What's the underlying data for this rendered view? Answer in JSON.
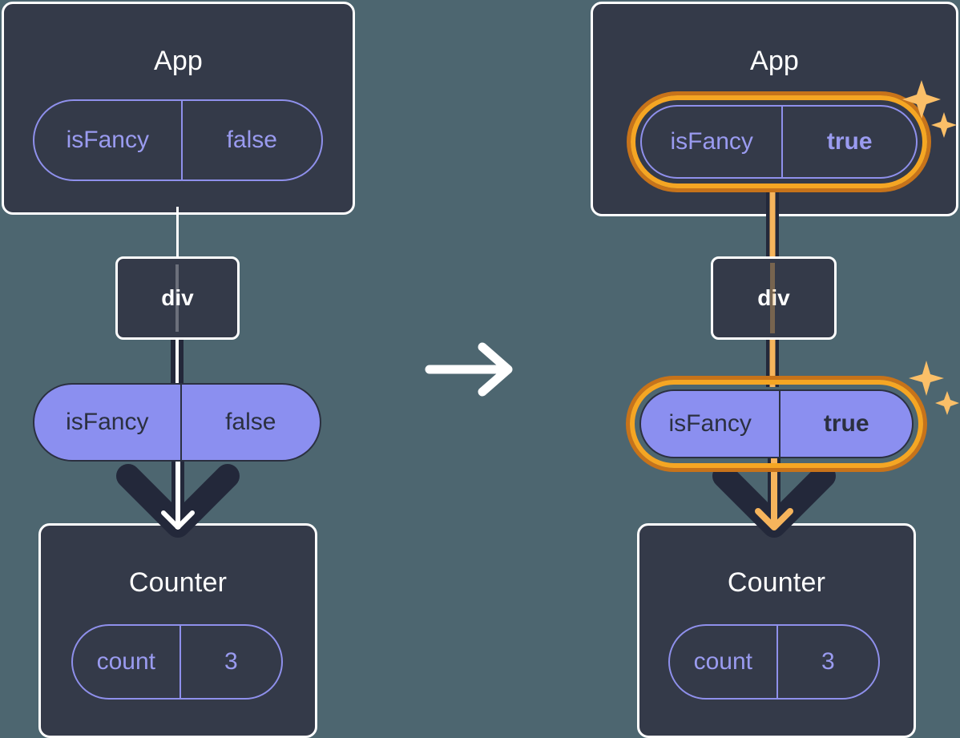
{
  "diagram": {
    "title": "React state propagation: isFancy false to true",
    "background_color": "#4d6670",
    "panel_color": "#343a49",
    "purple": "#8b8ff0",
    "highlight_orange": "#f5a623",
    "highlight_orange_dark": "#c7731a",
    "sparkle_color": "#fbbf68"
  },
  "before": {
    "app": {
      "title": "App",
      "state": {
        "key": "isFancy",
        "value": "false"
      }
    },
    "div": {
      "label": "div"
    },
    "prop": {
      "key": "isFancy",
      "value": "false"
    },
    "counter": {
      "title": "Counter",
      "state": {
        "key": "count",
        "value": "3"
      }
    }
  },
  "transition": {
    "icon": "arrow-right-icon"
  },
  "after": {
    "app": {
      "title": "App",
      "state": {
        "key": "isFancy",
        "value": "true"
      },
      "highlighted": true,
      "sparkle": "sparkle-icon"
    },
    "div": {
      "label": "div"
    },
    "prop": {
      "key": "isFancy",
      "value": "true",
      "highlighted": true,
      "sparkle": "sparkle-icon"
    },
    "counter": {
      "title": "Counter",
      "state": {
        "key": "count",
        "value": "3"
      }
    }
  }
}
